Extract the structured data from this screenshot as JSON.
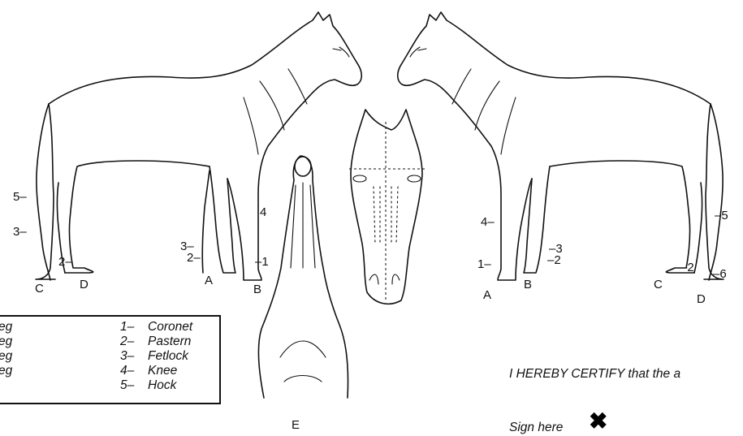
{
  "legs_left_side": {
    "a": "A",
    "b": "B",
    "c": "C",
    "d": "D"
  },
  "legs_right_side": {
    "a": "A",
    "b": "B",
    "c": "C",
    "d": "D"
  },
  "head_underside_label": "E",
  "left_horse_numbers": [
    "5–",
    "3–",
    "2–",
    "3–",
    "2–",
    "4",
    "–1"
  ],
  "right_horse_numbers": [
    "4–",
    "1–",
    "–3",
    "–2",
    "–5",
    "–2",
    "–6"
  ],
  "legend": {
    "legs": [
      "eg",
      "eg",
      "eg",
      "eg"
    ],
    "parts": [
      {
        "num": "1–",
        "name": "Coronet"
      },
      {
        "num": "2–",
        "name": "Pastern"
      },
      {
        "num": "3–",
        "name": "Fetlock"
      },
      {
        "num": "4–",
        "name": "Knee"
      },
      {
        "num": "5–",
        "name": "Hock"
      }
    ]
  },
  "certify_text": "I HEREBY CERTIFY that the a",
  "sign_text": "Sign here",
  "sign_mark": "✖"
}
